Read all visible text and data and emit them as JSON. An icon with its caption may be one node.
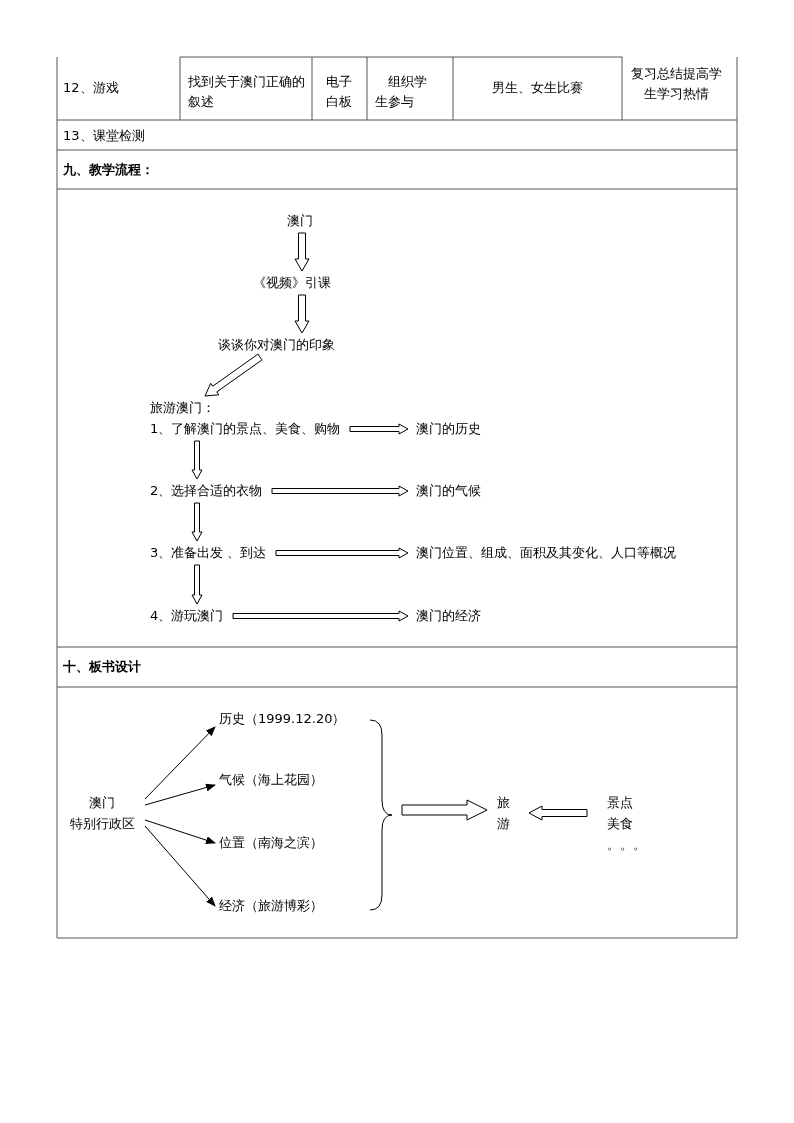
{
  "diagram": {
    "nodes": [
      {
        "text": [
          "澳门"
        ]
      },
      {
        "text": [
          "《视频》引课"
        ]
      },
      {
        "text": [
          "谈谈你对澳门的印象"
        ]
      },
      {
        "text": [
          "旅游澳门："
        ]
      },
      {
        "text": [
          "1、了解澳门的景点、美食、购物"
        ]
      },
      {
        "text": [
          "2、选择合适的衣物"
        ]
      },
      {
        "text": [
          "3、准备出发 、到达"
        ]
      },
      {
        "text": [
          "4、游玩澳门"
        ]
      },
      {
        "text": [
          "澳门的历史"
        ]
      },
      {
        "text": [
          "澳门的气候"
        ]
      },
      {
        "text": [
          "澳门位置、组成、面积及其变化、人口等概况"
        ]
      },
      {
        "text": [
          "澳门的经济"
        ]
      },
      {
        "text": [
          "澳门",
          "特别行政区"
        ]
      },
      {
        "text": [
          "历史（1999.12.20）"
        ]
      },
      {
        "text": [
          "气候（海上花园）"
        ]
      },
      {
        "text": [
          "位置（南海之滨）"
        ]
      },
      {
        "text": [
          "经济（旅游博彩）"
        ]
      },
      {
        "text": [
          "旅游"
        ]
      },
      {
        "text": [
          "景点",
          "美食",
          "。。。"
        ]
      }
    ],
    "edges": [
      {
        "from": 0,
        "to": 1,
        "arrow": "to"
      },
      {
        "from": 1,
        "to": 2,
        "arrow": "to"
      },
      {
        "from": 2,
        "to": 3,
        "arrow": "to"
      },
      {
        "from": 4,
        "to": 5,
        "arrow": "to"
      },
      {
        "from": 5,
        "to": 6,
        "arrow": "to"
      },
      {
        "from": 6,
        "to": 7,
        "arrow": "to"
      },
      {
        "from": 4,
        "to": 8,
        "arrow": "to"
      },
      {
        "from": 5,
        "to": 9,
        "arrow": "to"
      },
      {
        "from": 6,
        "to": 10,
        "arrow": "to"
      },
      {
        "from": 7,
        "to": 11,
        "arrow": "to"
      },
      {
        "from": 12,
        "to": 13,
        "arrow": "to"
      },
      {
        "from": 12,
        "to": 14,
        "arrow": "to"
      },
      {
        "from": 12,
        "to": 15,
        "arrow": "to"
      },
      {
        "from": 12,
        "to": 16,
        "arrow": "to"
      },
      {
        "from": null,
        "to": 17,
        "arrow": "to"
      },
      {
        "from": 18,
        "to": 17,
        "arrow": "to"
      }
    ],
    "labels": [
      "12、游戏",
      "找到关于澳门正确的叙述",
      "电子白板",
      "组织学生参与",
      "男生、女生比赛",
      "复习总结提高学生学习热情",
      "13、课堂检测",
      "九、教学流程：",
      "十、板书设计"
    ]
  }
}
